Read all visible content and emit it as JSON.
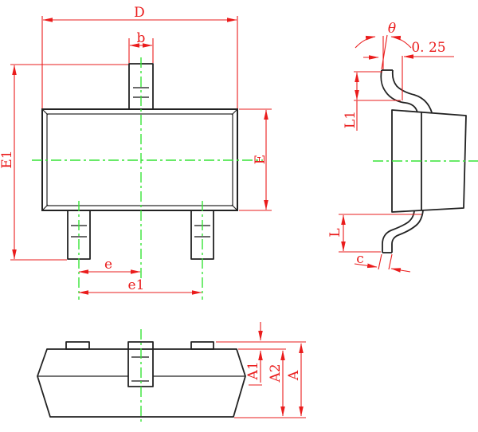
{
  "drawing_type": "package-outline-drawing",
  "colors": {
    "dimension_red": "#ea1c1c",
    "centerline_green": "#37e437",
    "outline_black": "#222222",
    "background": "#ffffff"
  },
  "labels": {
    "top_view": {
      "D": "D",
      "b": "b",
      "E1": "E1",
      "E": "E",
      "e": "e",
      "e1": "e1"
    },
    "side_view": {
      "theta": "θ",
      "gauge_offset": "0. 25",
      "L1": "L1",
      "L": "L",
      "c": "c"
    },
    "front_view": {
      "A1": "A1",
      "A2": "A2",
      "A": "A"
    }
  }
}
